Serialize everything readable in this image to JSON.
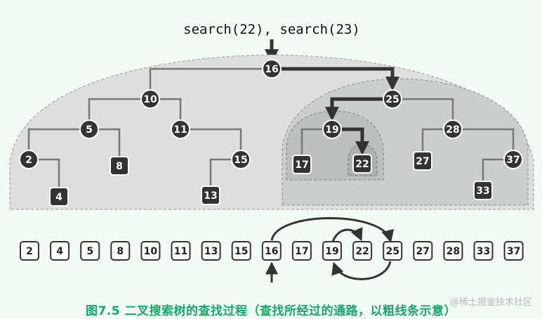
{
  "header": {
    "title": "search(22), search(23)"
  },
  "colors": {
    "node_fill": "#333333",
    "node_text": "#ffffff",
    "edge": "#777777",
    "path": "#333333",
    "region_outer": "#d8dcd8",
    "region_mid": "#c8ccc8",
    "region_inner": "#b8bcb8",
    "region_innermost": "#a8aca8",
    "caption": "#14a86a"
  },
  "tree": {
    "nodes": [
      {
        "id": "n16",
        "key": "16",
        "shape": "circle"
      },
      {
        "id": "n10",
        "key": "10",
        "shape": "circle"
      },
      {
        "id": "n25",
        "key": "25",
        "shape": "circle"
      },
      {
        "id": "n5",
        "key": "5",
        "shape": "circle"
      },
      {
        "id": "n11",
        "key": "11",
        "shape": "circle"
      },
      {
        "id": "n19",
        "key": "19",
        "shape": "circle"
      },
      {
        "id": "n28",
        "key": "28",
        "shape": "circle"
      },
      {
        "id": "n2",
        "key": "2",
        "shape": "circle"
      },
      {
        "id": "n8",
        "key": "8",
        "shape": "square"
      },
      {
        "id": "n15",
        "key": "15",
        "shape": "circle"
      },
      {
        "id": "n17",
        "key": "17",
        "shape": "square"
      },
      {
        "id": "n22",
        "key": "22",
        "shape": "square"
      },
      {
        "id": "n27",
        "key": "27",
        "shape": "square"
      },
      {
        "id": "n37",
        "key": "37",
        "shape": "circle"
      },
      {
        "id": "n4",
        "key": "4",
        "shape": "square"
      },
      {
        "id": "n13",
        "key": "13",
        "shape": "square"
      },
      {
        "id": "n33",
        "key": "33",
        "shape": "square"
      }
    ],
    "search_path": [
      "16",
      "25",
      "19",
      "22"
    ]
  },
  "sorted_sequence": {
    "items": [
      "2",
      "4",
      "5",
      "8",
      "10",
      "11",
      "13",
      "15",
      "16",
      "17",
      "19",
      "22",
      "25",
      "27",
      "28",
      "33",
      "37"
    ],
    "search_start": "16"
  },
  "caption": {
    "text": "图7.5  二叉搜索树的查找过程（查找所经过的通路，以粗线条示意）"
  },
  "watermark": {
    "text": "@稀土掘金技术社区"
  }
}
